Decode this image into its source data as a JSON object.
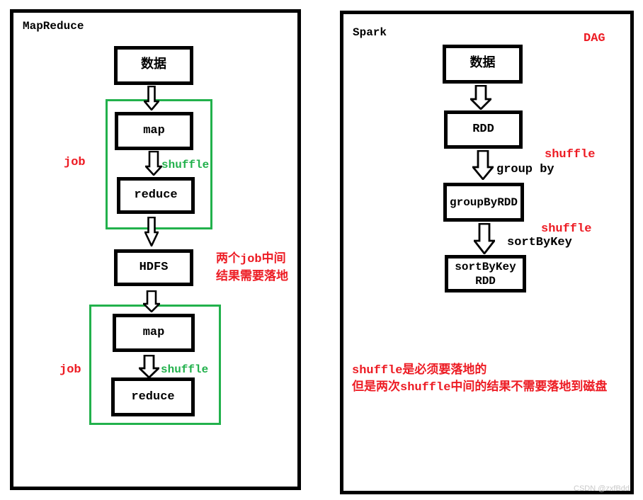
{
  "colors": {
    "outline_black": "#000000",
    "job_group_green": "#22b14c",
    "annotation_red": "#ed1c24",
    "watermark_gray": "#c9c9c9",
    "background": "#ffffff"
  },
  "left_panel": {
    "title": "MapReduce",
    "nodes": {
      "data": "数据",
      "map1": "map",
      "reduce1": "reduce",
      "hdfs": "HDFS",
      "map2": "map",
      "reduce2": "reduce"
    },
    "job1_label": "job",
    "shuffle1_label": "shuffle",
    "job2_label": "job",
    "shuffle2_label": "shuffle",
    "note": {
      "line1": "两个job中间",
      "line2": "结果需要落地"
    }
  },
  "right_panel": {
    "title": "Spark",
    "dag_label": "DAG",
    "nodes": {
      "data": "数据",
      "rdd": "RDD",
      "group_by_rdd": "groupByRDD",
      "sort_rdd_line1": "sortByKey",
      "sort_rdd_line2": "RDD"
    },
    "shuffle1_label": "shuffle",
    "group_by_label": "group by",
    "shuffle2_label": "shuffle",
    "sort_by_key_label": "sortByKey",
    "note": {
      "line1": "shuffle是必须要落地的",
      "line2": "但是两次shuffle中间的结果不需要落地到磁盘"
    }
  },
  "watermark": "CSDN @zxfBdd"
}
